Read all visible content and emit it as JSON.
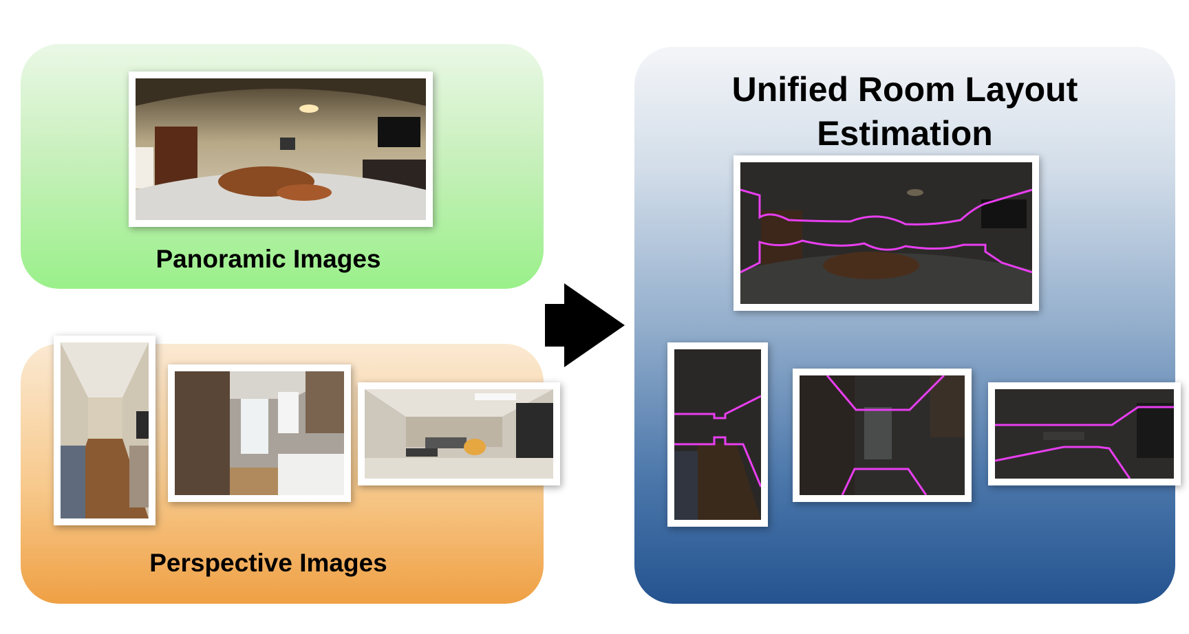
{
  "panels": {
    "panoramic": {
      "label": "Panoramic Images"
    },
    "perspective": {
      "label": "Perspective Images"
    },
    "unified": {
      "title_line1": "Unified Room Layout",
      "title_line2": "Estimation"
    }
  },
  "colors": {
    "panoramic_panel_top": "#eaf8e6",
    "panoramic_panel_bottom": "#9af08a",
    "perspective_panel_top": "#fbe9d2",
    "perspective_panel_bottom": "#efa044",
    "unified_panel_top": "#f4f5f8",
    "unified_panel_bottom": "#24538f",
    "layout_line": "#e83ef0",
    "arrow": "#000000"
  },
  "icons": {
    "flow_arrow": "right-arrow-icon"
  }
}
